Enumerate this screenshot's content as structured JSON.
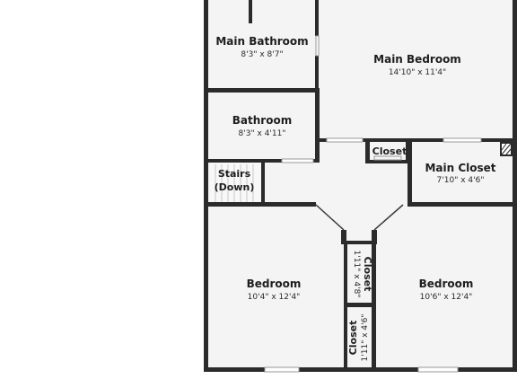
{
  "rooms": {
    "main_bathroom": {
      "name": "Main Bathroom",
      "dims": "8'3\" x 8'7\""
    },
    "main_bedroom": {
      "name": "Main Bedroom",
      "dims": "14'10\" x 11'4\""
    },
    "bathroom": {
      "name": "Bathroom",
      "dims": "8'3\" x 4'11\""
    },
    "closet_top": {
      "name": "Closet"
    },
    "main_closet": {
      "name": "Main Closet",
      "dims": "7'10\" x 4'6\""
    },
    "stairs": {
      "name_line1": "Stairs",
      "name_line2": "(Down)"
    },
    "bedroom_left": {
      "name": "Bedroom",
      "dims": "10'4\" x 12'4\""
    },
    "bedroom_right": {
      "name": "Bedroom",
      "dims": "10'6\" x 12'4\""
    },
    "closet_mid": {
      "name": "Closet",
      "dims": "1'11\" x 4'8\""
    },
    "closet_low": {
      "name": "Closet",
      "dims": "1'11\" x 4'6\""
    }
  }
}
